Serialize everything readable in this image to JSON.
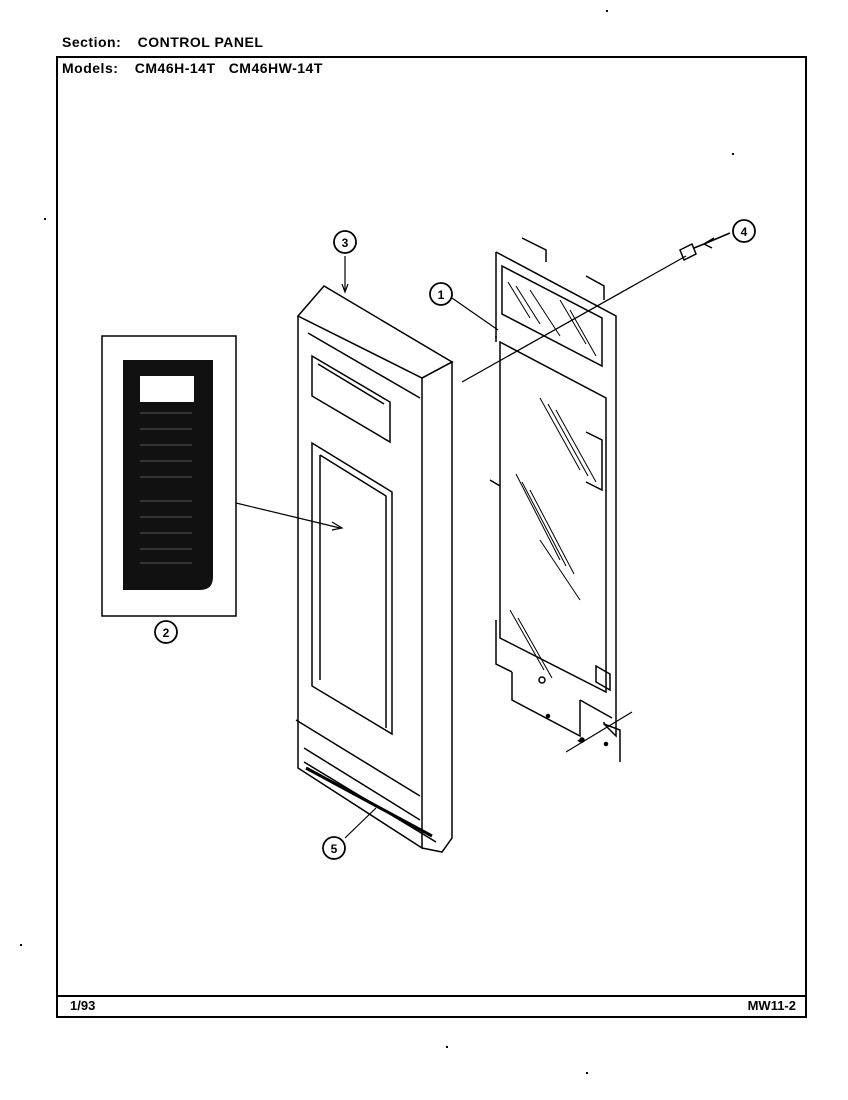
{
  "header": {
    "section_label": "Section:",
    "section_value": "CONTROL PANEL",
    "models_label": "Models:",
    "models_value": "CM46H-14T   CM46HW-14T"
  },
  "footer": {
    "date": "1/93",
    "code": "MW11-2"
  },
  "callouts": [
    "1",
    "2",
    "3",
    "4",
    "5"
  ]
}
